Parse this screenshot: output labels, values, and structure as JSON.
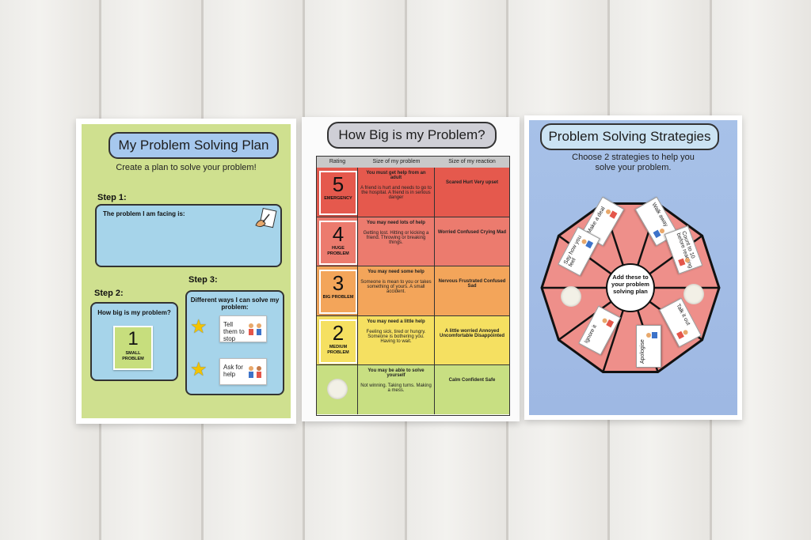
{
  "sheet1": {
    "title": "My Problem Solving Plan",
    "subtitle": "Create a plan to solve your problem!",
    "step1": "Step 1:",
    "problem_box_label": "The problem I am facing is:",
    "step2": "Step 2:",
    "how_big_label": "How big is my problem?",
    "rating_number": "1",
    "rating_word": "SMALL PROBLEM",
    "step3": "Step 3:",
    "ways_label": "Different ways I can solve my problem:",
    "strategy1": "Tell them to stop",
    "strategy2": "Ask for help"
  },
  "sheet2": {
    "title": "How Big is my Problem?",
    "headers": [
      "Rating",
      "Size of my problem",
      "Size of my reaction"
    ],
    "rows": [
      {
        "num": "5",
        "word": "EMERGENCY",
        "head": "You must get help from an adult",
        "desc": "A friend is hurt and needs to go to the hospital. A friend is in serious danger",
        "reaction": "Scared Hurt Very upset",
        "color": "#e5594d"
      },
      {
        "num": "4",
        "word": "HUGE PROBLEM",
        "head": "You may need lots of help",
        "desc": "Getting lost. Hitting or kicking a friend. Throwing or breaking things.",
        "reaction": "Worried Confused Crying Mad",
        "color": "#ec7b6e"
      },
      {
        "num": "3",
        "word": "BIG PROBLEM",
        "head": "You may need some help",
        "desc": "Someone is mean to you or takes something of yours. A small accident.",
        "reaction": "Nervous Frustrated Confused Sad",
        "color": "#f3a55a"
      },
      {
        "num": "2",
        "word": "MEDIUM PROBLEM",
        "head": "You may need a little help",
        "desc": "Feeling sick, tired or hungry. Someone is bothering you. Having to wait.",
        "reaction": "A little worried Annoyed Uncomfortable Disappointed",
        "color": "#f5e061"
      },
      {
        "num": "",
        "word": "",
        "head": "You may be able to solve yourself",
        "desc": "Not winning. Taking turns. Making a mess.",
        "reaction": "Calm Confident Safe",
        "color": "#c8df82"
      }
    ]
  },
  "sheet3": {
    "title": "Problem Solving Strategies",
    "subtitle": "Choose 2 strategies to help you solve your problem.",
    "center_text": "Add these to your problem solving plan",
    "cards": [
      "Make a deal",
      "Walk away",
      "Count to 10 before reacting",
      "Say how you feel",
      "Ignore it",
      "Apologise",
      "Talk it out"
    ]
  },
  "colors": {
    "sheet1_bg": "#cfe08f",
    "title_pill": "#a6c8ee",
    "box_blue": "#a6d4ea",
    "wheel_pink": "#ee8f8a",
    "sheet3_bg": "#a7c1e8"
  }
}
